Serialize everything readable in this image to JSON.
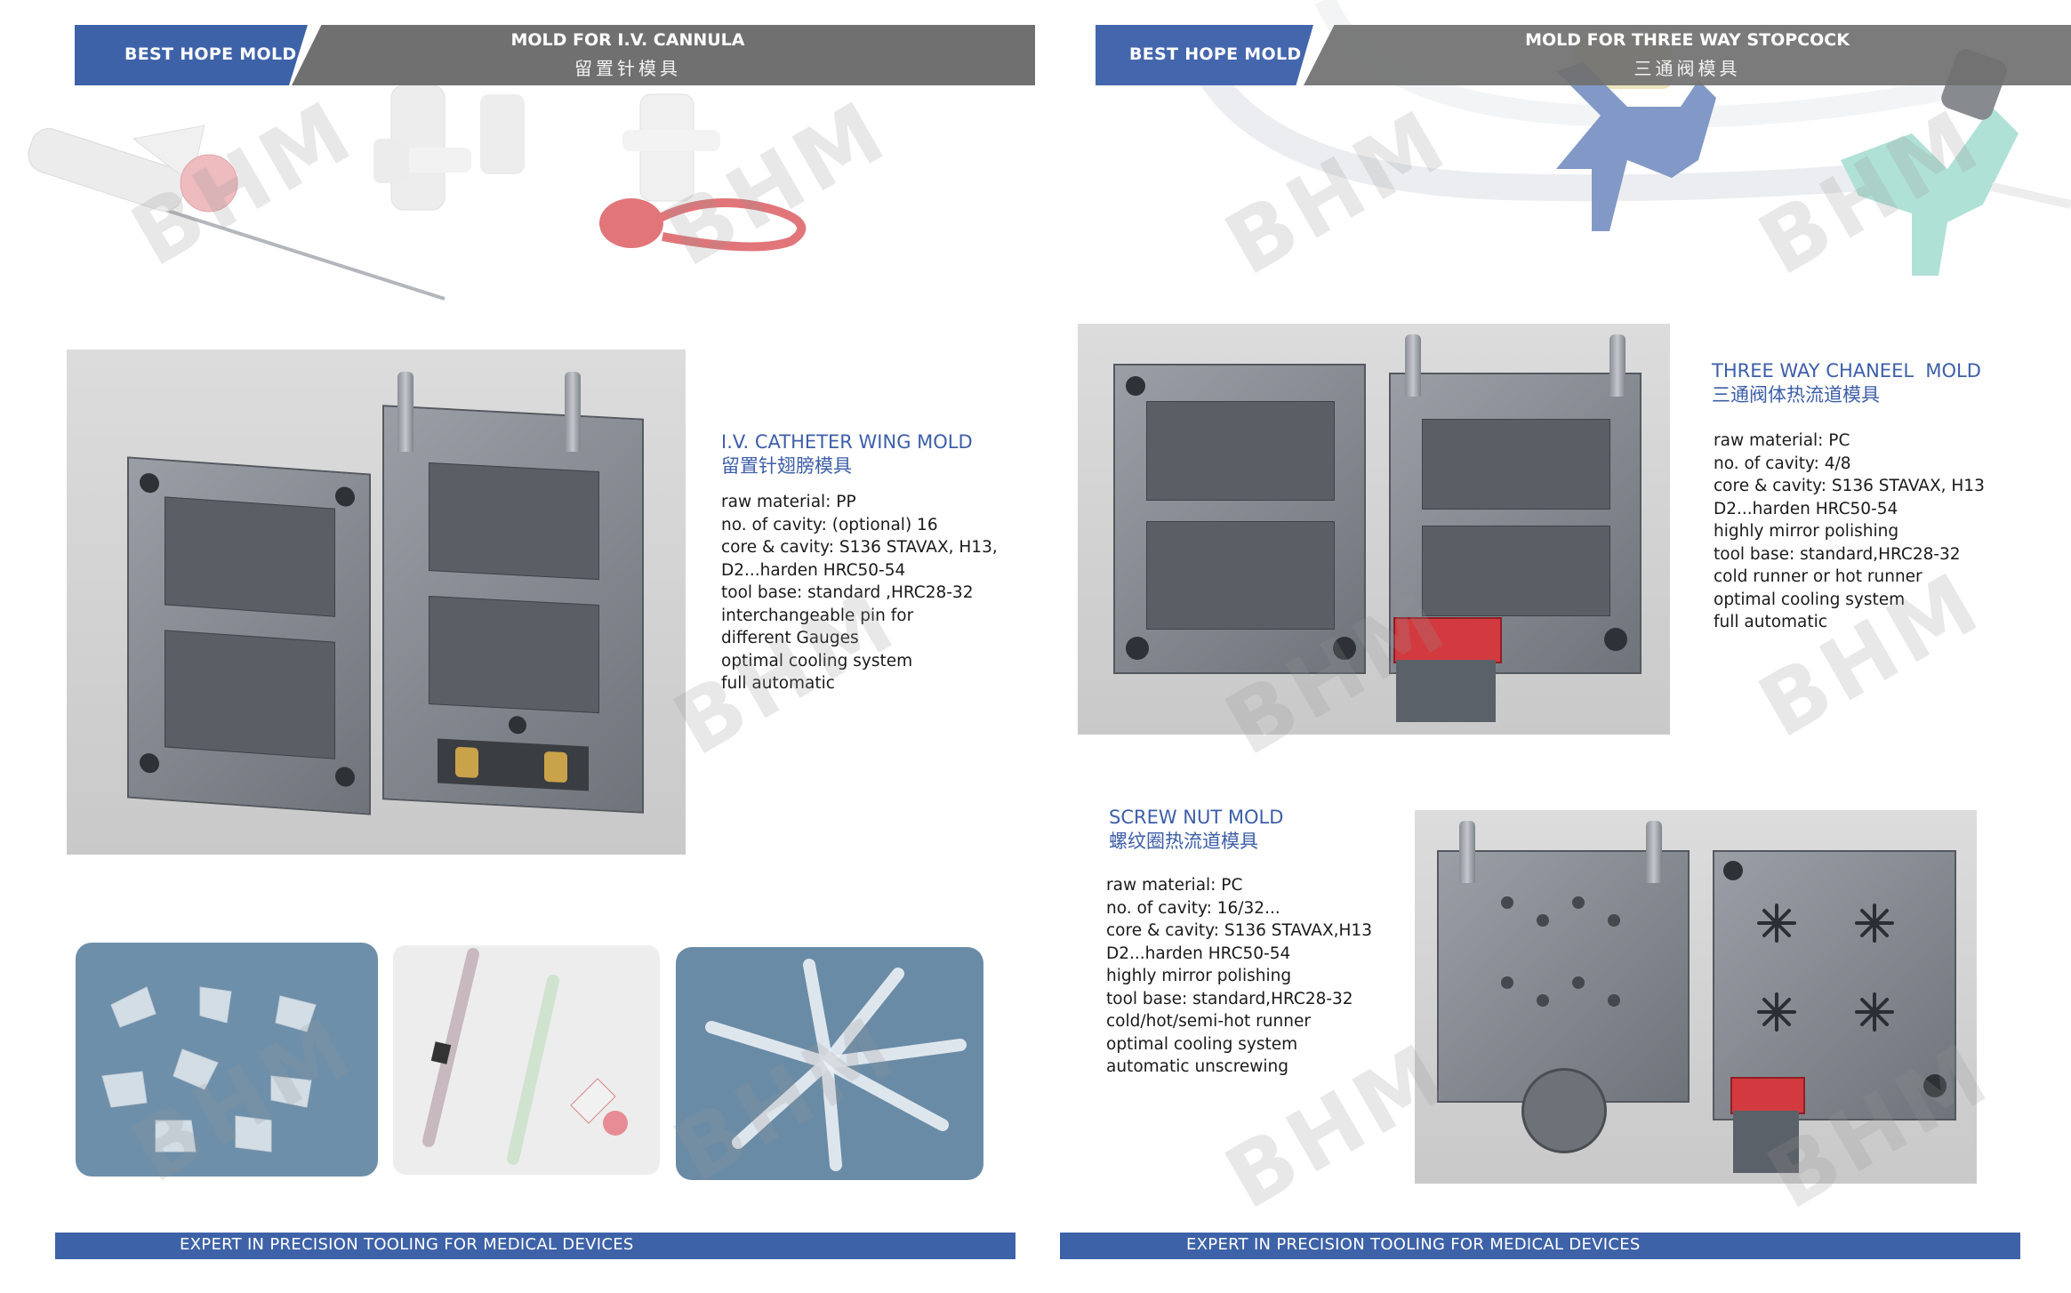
{
  "left": {
    "brand": "BEST HOPE MOLD",
    "title_en": "MOLD FOR I.V. CANNULA",
    "title_cn": "留置针模具",
    "product": {
      "name_en": "I.V. CATHETER WING MOLD",
      "name_cn": "留置针翅膀模具",
      "specs": [
        "raw material: PP",
        "no. of cavity: (optional) 16",
        "core & cavity: S136 STAVAX, H13,",
        "D2...harden HRC50-54",
        "tool base: standard ,HRC28-32",
        "interchangeable pin for",
        "different Gauges",
        "optimal cooling system",
        "full automatic"
      ]
    },
    "footer": "EXPERT IN PRECISION TOOLING FOR MEDICAL DEVICES"
  },
  "right": {
    "brand": "BEST HOPE MOLD",
    "title_en": "MOLD FOR THREE WAY STOPCOCK",
    "title_cn": "三通阀模具",
    "product1": {
      "name_en": "THREE WAY CHANEEL  MOLD",
      "name_cn": "三通阀体热流道模具",
      "specs": [
        "raw material: PC",
        "no. of cavity: 4/8",
        "core & cavity: S136 STAVAX, H13",
        "D2...harden HRC50-54",
        "highly mirror polishing",
        "tool base: standard,HRC28-32",
        "cold runner or hot runner",
        "optimal cooling system",
        "full automatic"
      ]
    },
    "product2": {
      "name_en": "SCREW NUT MOLD",
      "name_cn": "螺纹圈热流道模具",
      "specs": [
        "raw material: PC",
        "no. of cavity: 16/32...",
        "core & cavity: S136 STAVAX,H13",
        "D2...harden HRC50-54",
        "highly mirror polishing",
        "tool base: standard,HRC28-32",
        "cold/hot/semi-hot runner",
        "optimal cooling system",
        "automatic unscrewing"
      ]
    },
    "footer": "EXPERT IN PRECISION TOOLING FOR MEDICAL DEVICES"
  },
  "watermark": "BHM",
  "colors": {
    "brand_blue": "#3e62a8",
    "banner_grey": "#707070",
    "spec_title": "#3d5ea9"
  }
}
